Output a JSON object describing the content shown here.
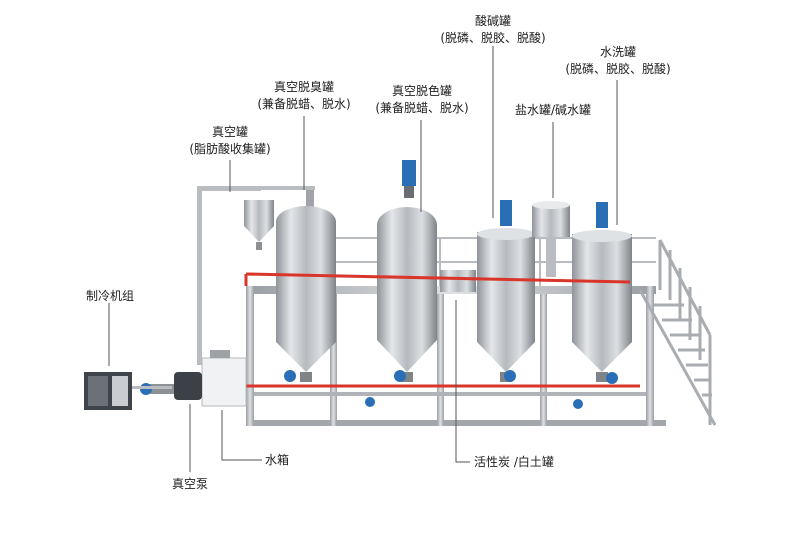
{
  "labels": {
    "acid_alkali_tank": {
      "title": "酸碱罐",
      "sub": "(脱磷、脱胶、脱酸)"
    },
    "water_wash_tank": {
      "title": "水洗罐",
      "sub": "(脱磷、脱胶、脱酸)"
    },
    "deodorizer": {
      "title": "真空脱臭罐",
      "sub": "(兼备脱蜡、脱水)"
    },
    "decolorizer": {
      "title": "真空脱色罐",
      "sub": "(兼备脱蜡、脱水)"
    },
    "brine_tank": {
      "title": "盐水罐/碱水罐"
    },
    "vacuum_tank": {
      "title": "真空罐",
      "sub": "(脂肪酸收集罐)"
    },
    "refrigeration": {
      "title": "制冷机组"
    },
    "water_box": {
      "title": "水箱"
    },
    "vacuum_pump": {
      "title": "真空泵"
    },
    "carbon_clay_tank": {
      "title": "活性炭 /白土罐"
    }
  },
  "colors": {
    "steel": "#c9ccd0",
    "steel_dark": "#8d9196",
    "pipe_red": "#d9352a",
    "motor_blue": "#2a6fb5",
    "leader": "#555555"
  }
}
